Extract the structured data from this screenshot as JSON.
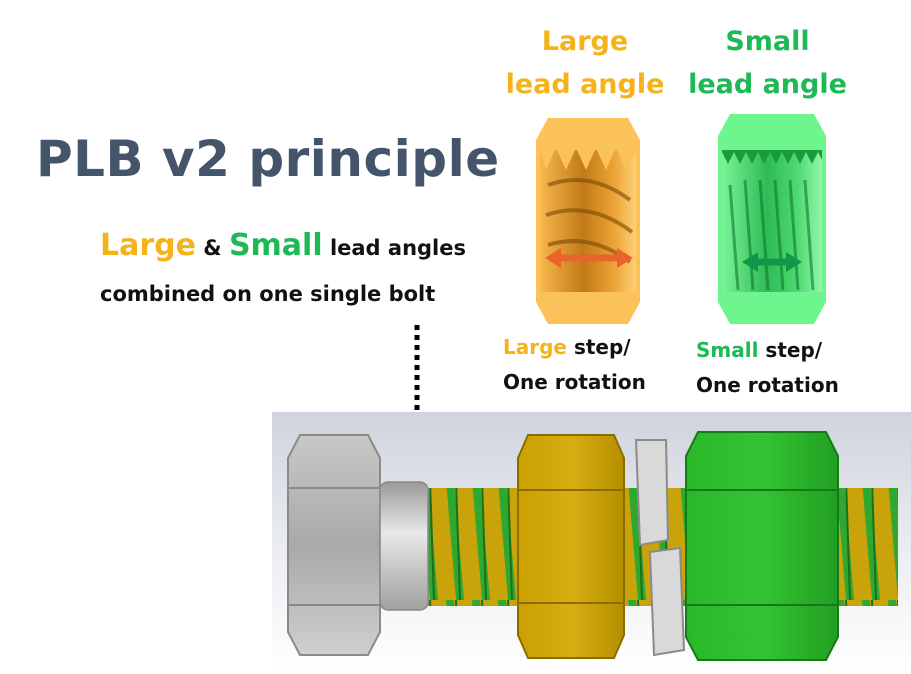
{
  "title": "PLB v2 principle",
  "subtitle": {
    "large_word": "Large",
    "amp": "&",
    "small_word": "Small",
    "rest": "lead angles",
    "line2": "combined on one single bolt"
  },
  "headers": {
    "large_line1": "Large",
    "large_line2": "lead angle",
    "small_line1": "Small",
    "small_line2": "lead angle"
  },
  "captions": {
    "large_word": "Large",
    "large_rest": "step/",
    "large_line2": "One rotation",
    "small_word": "Small",
    "small_rest": "step/",
    "small_line2": "One rotation"
  },
  "colors": {
    "large": "#f5b21b",
    "small": "#1db954",
    "title": "#44546a",
    "arrow_large": "#e8642a",
    "arrow_small": "#109848"
  }
}
